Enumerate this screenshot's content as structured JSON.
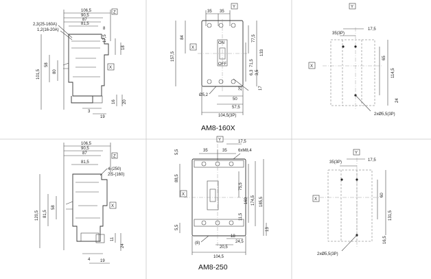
{
  "captions": {
    "top": "AM8-160X",
    "bottom": "AM8-250"
  },
  "v1": {
    "d1": "106,5",
    "d2": "90,5",
    "d3": "87",
    "d4": "81,5",
    "d5": "8",
    "note1": "2,3(25-160A)",
    "note2": "1,2(16-20A)",
    "d6": "17,5",
    "d7": "58",
    "d8": "80",
    "d9": "101,5",
    "d10": "18",
    "d11": "16",
    "d12": "20",
    "d13": "3",
    "d14": "19",
    "tagZ": "Z",
    "tagX": "X"
  },
  "v2": {
    "d1": "35",
    "d2": "35",
    "d3": "157,5",
    "d4": "84",
    "d5": "77,5",
    "d6": "133",
    "d7": "71,5",
    "d8": "6,3",
    "d9": "3,5",
    "d10": "25",
    "d11": "17",
    "d12": "Ø5,2",
    "d13": "50",
    "d14": "57,5",
    "d15": "104,5(3P)",
    "tagY": "Y",
    "tagX": "X",
    "on": "ON",
    "off": "OFF"
  },
  "v3": {
    "d1": "17,5",
    "d2": "35(3P)",
    "d3": "65",
    "d4": "114,5",
    "d5": "24",
    "d6": "2xØ5,5(3P)",
    "tagY": "Y",
    "tagX": "X"
  },
  "v4": {
    "d1": "106,5",
    "d2": "90,5",
    "d3": "87",
    "d4": "81,5",
    "note1": "4-(250)",
    "note2": "2,5-(160)",
    "d5": "120,5",
    "d6": "81,5",
    "d7": "58",
    "d8": "11",
    "d9": "24",
    "d10": "4",
    "d11": "19",
    "tagZ": "Z",
    "tagX": "X"
  },
  "v5": {
    "d1": "17,5",
    "d2": "35",
    "d3": "35",
    "d4": "6xM8,4",
    "d5": "5,5",
    "d6": "88,5",
    "d7": "75,5",
    "d8": "169",
    "d9": "174,5",
    "d10": "185,5",
    "d11": "11,5",
    "d12": "18",
    "d13": "24,5",
    "d14": "20,5",
    "d15": "13",
    "d16": "(8)",
    "d17": "5,5",
    "d18": "104,5",
    "tagY": "Y",
    "tagX": "X"
  },
  "v6": {
    "d1": "17,5",
    "d2": "35(3P)",
    "d3": "60",
    "d4": "131,5",
    "d5": "16,5",
    "d6": "2xØ5,5(3P)",
    "tagY": "Y",
    "tagX": "X"
  }
}
